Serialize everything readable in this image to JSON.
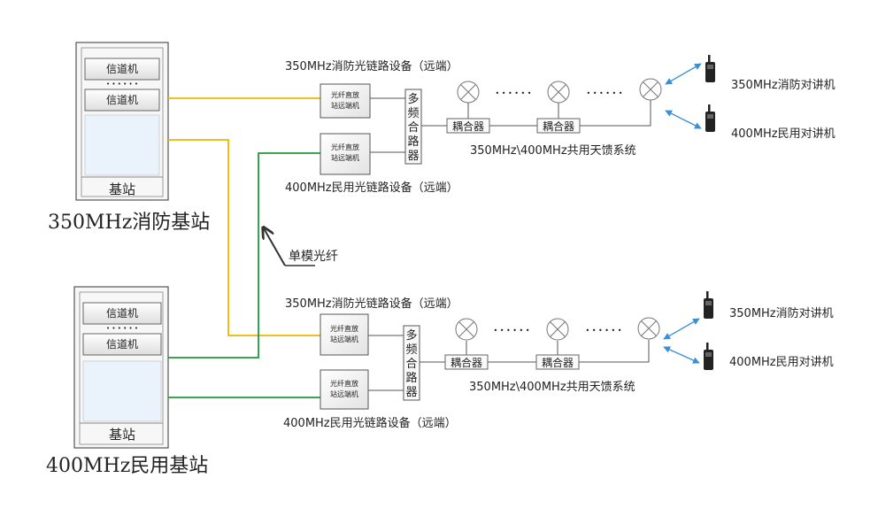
{
  "stations": {
    "top": {
      "title": "350MHz消防基站",
      "base_label": "基站",
      "channel_labels": [
        "信道机",
        "信道机"
      ],
      "dots": "• • • • • •"
    },
    "bottom": {
      "title": "400MHz民用基站",
      "base_label": "基站",
      "channel_labels": [
        "信道机",
        "信道机"
      ],
      "dots": "• • • • • •"
    }
  },
  "repeater_label_line1": "光纤直放",
  "repeater_label_line2": "站远端机",
  "combiner_label": "多频合路器",
  "coupler_label": "耦合器",
  "feeder_system_label": "350MHz\\400MHz共用天馈系统",
  "fiber_label": "单模光纤",
  "branches": {
    "top": {
      "upper_equipment": "350MHz消防光链路设备（远端）",
      "lower_equipment": "400MHz民用光链路设备（远端）"
    },
    "bottom": {
      "upper_equipment": "350MHz消防光链路设备（远端）",
      "lower_equipment": "400MHz民用光链路设备（远端）"
    }
  },
  "radios": {
    "top": [
      "350MHz消防对讲机",
      "400MHz民用对讲机"
    ],
    "bottom": [
      "350MHz消防对讲机",
      "400MHz民用对讲机"
    ]
  },
  "antenna_dots": "• • • • • •",
  "colors": {
    "fire_link": "#f0b400",
    "civil_link": "#1e9a3c",
    "wireless": "#3a8fd6",
    "box_stroke": "#555555",
    "screen_fill": "#eaf3fb"
  }
}
